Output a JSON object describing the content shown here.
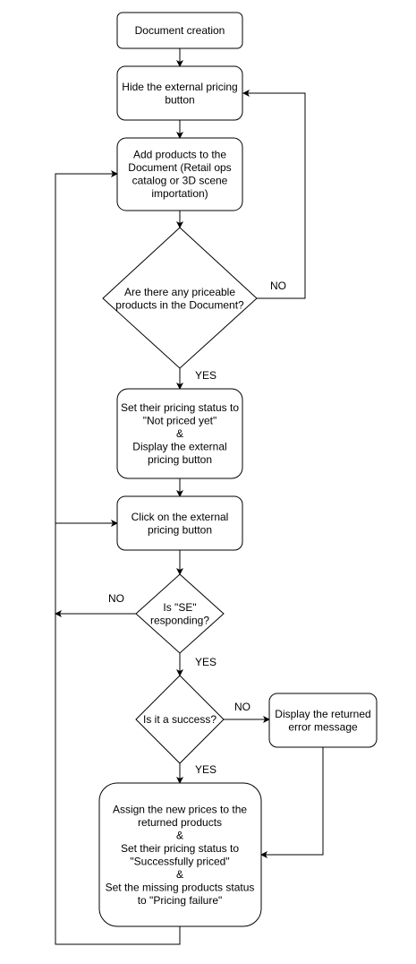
{
  "nodes": {
    "document_creation": [
      "Document creation"
    ],
    "hide_button": [
      "Hide the external pricing",
      "button"
    ],
    "add_products": [
      "Add products to the",
      "Document (Retail ops",
      "catalog or 3D scene",
      "importation)"
    ],
    "priceable_question": [
      "Are there any priceable",
      "products in the Document?"
    ],
    "set_not_priced": [
      "Set their pricing status to",
      "\"Not priced yet\"",
      "&",
      "Display the external",
      "pricing button"
    ],
    "click_button": [
      "Click on the external",
      "pricing button"
    ],
    "se_responding": [
      "Is \"SE\"",
      "responding?"
    ],
    "is_success": [
      "Is it a success?"
    ],
    "display_error": [
      "Display the returned",
      "error message"
    ],
    "assign_prices": [
      "Assign the new prices to the",
      "returned products",
      "&",
      "Set their pricing status to",
      "\"Successfully priced\"",
      "&",
      "Set the missing products status",
      "to \"Pricing failure\""
    ]
  },
  "edge_labels": {
    "priceable_no": "NO",
    "priceable_yes": "YES",
    "se_no": "NO",
    "se_yes": "YES",
    "success_no": "NO",
    "success_yes": "YES"
  }
}
